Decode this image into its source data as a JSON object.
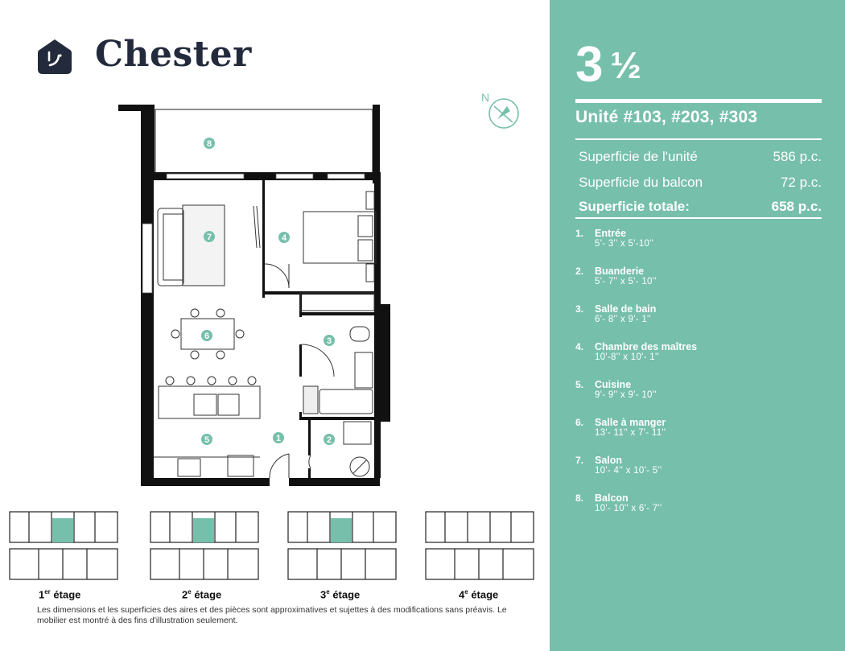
{
  "brand": {
    "name": "Chester",
    "logo_icon": "house-face-icon"
  },
  "unit": {
    "type_whole": "3",
    "type_fraction": "½",
    "units_label": "Unité #103, #203, #303"
  },
  "areas": [
    {
      "label": "Superficie de l'unité",
      "value": "586 p.c."
    },
    {
      "label": "Superficie du balcon",
      "value": "72 p.c."
    },
    {
      "label": "Superficie totale:",
      "value": "658 p.c."
    }
  ],
  "rooms": [
    {
      "num": "1.",
      "name": "Entrée",
      "dims": "5'- 3'' x 5'-10''"
    },
    {
      "num": "2.",
      "name": "Buanderie",
      "dims": "5'- 7'' x 5'- 10''"
    },
    {
      "num": "3.",
      "name": "Salle de bain",
      "dims": "6'- 8'' x 9'- 1''"
    },
    {
      "num": "4.",
      "name": "Chambre des maîtres",
      "dims": "10'-8'' x 10'- 1''"
    },
    {
      "num": "5.",
      "name": "Cuisine",
      "dims": "9'- 9'' x 9'- 10''"
    },
    {
      "num": "6.",
      "name": "Salle à manger",
      "dims": "13'- 11'' x 7'- 11''"
    },
    {
      "num": "7.",
      "name": "Salon",
      "dims": "10'- 4'' x 10'- 5''"
    },
    {
      "num": "8.",
      "name": "Balcon",
      "dims": "10'- 10'' x 6'- 7''"
    }
  ],
  "plan": {
    "compass_label": "N",
    "markers": [
      "1",
      "2",
      "3",
      "4",
      "5",
      "6",
      "7",
      "8"
    ]
  },
  "floors": [
    {
      "num": "1",
      "sup": "er",
      "label": "étage",
      "highlighted": true
    },
    {
      "num": "2",
      "sup": "e",
      "label": "étage",
      "highlighted": true
    },
    {
      "num": "3",
      "sup": "e",
      "label": "étage",
      "highlighted": true
    },
    {
      "num": "4",
      "sup": "e",
      "label": "étage",
      "highlighted": false
    }
  ],
  "disclaimer": "Les dimensions et les superficies des aires et des pièces sont approximatives et sujettes à des modifications sans préavis. Le mobilier est montré à des fins d'illustration seulement.",
  "colors": {
    "accent": "#76bfab",
    "dark": "#1f2433",
    "wall": "#111111"
  }
}
